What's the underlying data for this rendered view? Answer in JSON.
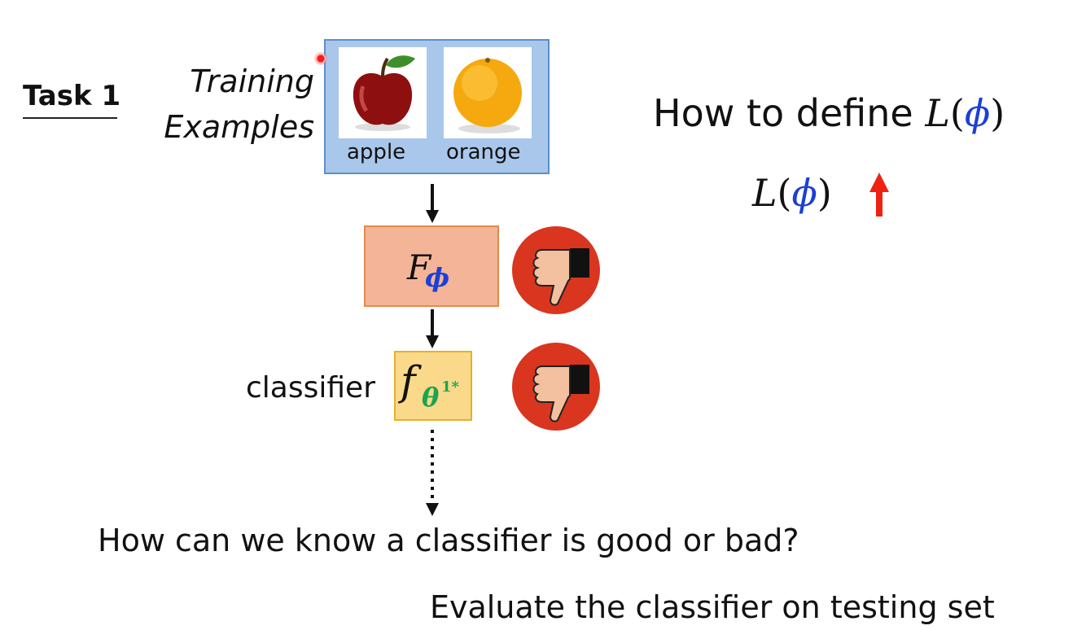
{
  "task_label": "Task 1",
  "training_label_line1": "Training",
  "training_label_line2": "Examples",
  "examples": [
    {
      "label": "apple",
      "icon": "apple-icon"
    },
    {
      "label": "orange",
      "icon": "orange-icon"
    }
  ],
  "learning_algorithm": {
    "symbol": "F",
    "subscript": "ϕ"
  },
  "classifier": {
    "label": "classifier",
    "symbol": "f",
    "subscript": "θ",
    "superscript": "1*"
  },
  "question_title": {
    "prefix": "How to define ",
    "loss": "L",
    "lparen": "(",
    "phi": "ϕ",
    "rparen": ")"
  },
  "loss_trend": {
    "loss": "L",
    "lparen": "(",
    "phi": "ϕ",
    "rparen": ")",
    "direction": "up",
    "arrow_color": "#ee2211"
  },
  "question": "How can we know a classifier is good or bad?",
  "answer": "Evaluate the classifier on testing set",
  "feedback_icons": [
    "thumbs-down-icon",
    "thumbs-down-icon"
  ],
  "colors": {
    "training_box": "#a9c7ea",
    "learning_box": "#f4b497",
    "classifier_box": "#fbd98a",
    "phi": "#1c3fd6",
    "theta": "#1aa550",
    "thumb_circle": "#d9351f"
  }
}
